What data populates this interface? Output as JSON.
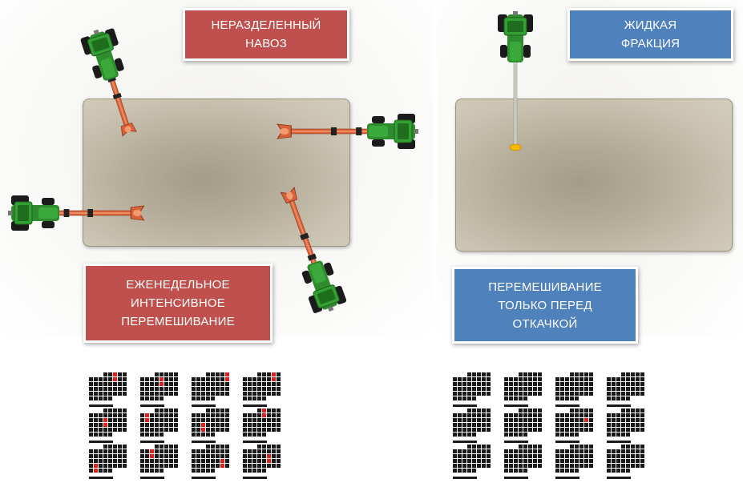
{
  "left_panel": {
    "title_label": "НЕРАЗДЕЛЕННЫЙ\nНАВОЗ",
    "caption_label": "ЕЖЕНЕДЕЛЬНОЕ\nИНТЕНСИВНОЕ\nПЕРЕМЕШИВАНИЕ",
    "label_color": "#c0504d",
    "tractor_count": 4,
    "mixer_color": "#d9623a"
  },
  "right_panel": {
    "title_label": "ЖИДКАЯ\nФРАКЦИЯ",
    "caption_label": "ПЕРЕМЕШИВАНИЕ\nТОЛЬКО ПЕРЕД\nОТКАЧКОЙ",
    "label_color": "#4f81bd",
    "tractor_count": 1,
    "mixer_color": "#f5b800"
  },
  "colors": {
    "tractor_green": "#2e8b2e",
    "tractor_dark": "#1e5e1e",
    "pit_fill": "#b4ac99",
    "mark_dark": "#1a1a1a",
    "mark_red": "#e0201c"
  },
  "icons": [
    "tractor-icon",
    "mixer-arm-icon",
    "calendar-grid-icon"
  ]
}
